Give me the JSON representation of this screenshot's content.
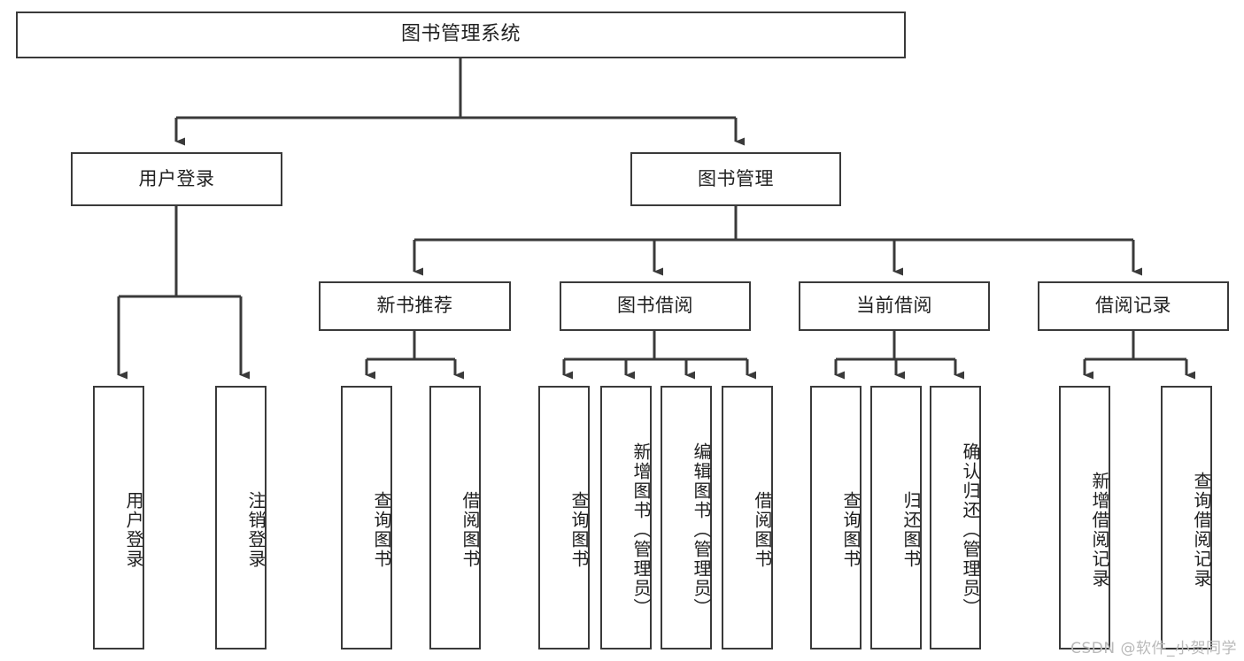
{
  "diagram": {
    "title": "图书管理系统",
    "watermark": "CSDN @软件_小贺同学",
    "line_color": "#3a3a3a",
    "text_color": "#1f1f1f",
    "background_color": "#ffffff",
    "root": {
      "label": "图书管理系统"
    },
    "level2": [
      {
        "label": "用户登录"
      },
      {
        "label": "图书管理"
      }
    ],
    "level3": [
      {
        "label": "新书推荐"
      },
      {
        "label": "图书借阅"
      },
      {
        "label": "当前借阅"
      },
      {
        "label": "借阅记录"
      }
    ],
    "leaves": {
      "user_login": [
        {
          "label": "用户登录"
        },
        {
          "label": "注销登录"
        }
      ],
      "new_book_recommend": [
        {
          "label": "查询图书"
        },
        {
          "label": "借阅图书"
        }
      ],
      "book_borrow": [
        {
          "label": "查询图书"
        },
        {
          "label": "新增图书（管理员）"
        },
        {
          "label": "编辑图书（管理员）"
        },
        {
          "label": "借阅图书"
        }
      ],
      "current_borrow": [
        {
          "label": "查询图书"
        },
        {
          "label": "归还图书"
        },
        {
          "label": "确认归还（管理员）"
        }
      ],
      "borrow_record": [
        {
          "label": "新增借阅记录"
        },
        {
          "label": "查询借阅记录"
        }
      ]
    }
  }
}
